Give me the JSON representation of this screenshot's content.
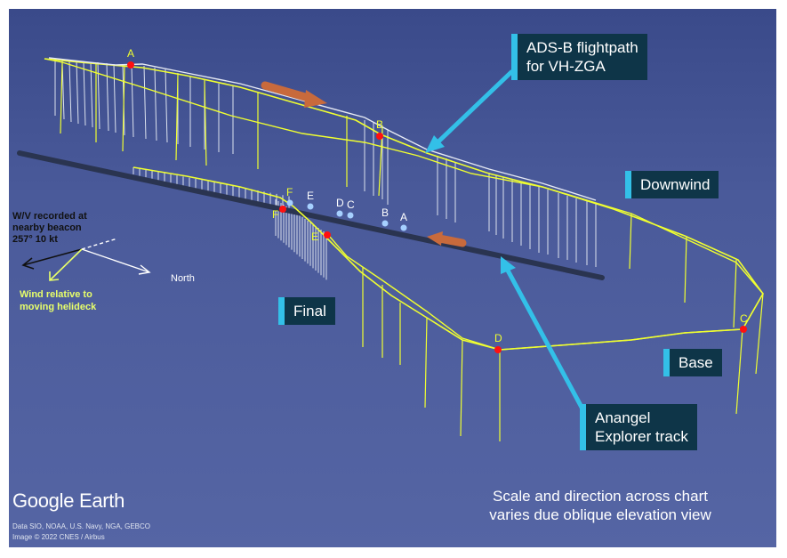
{
  "callouts": {
    "adsb": [
      "ADS-B flightpath",
      "for VH-ZGA"
    ],
    "downwind": "Downwind",
    "final": "Final",
    "base": "Base",
    "vessel": [
      "Anangel",
      "Explorer track"
    ]
  },
  "wind": {
    "recorded": [
      "W/V recorded at",
      "nearby beacon",
      "257° 10 kt"
    ],
    "relative": [
      "Wind relative to",
      "moving helideck"
    ],
    "north": "North"
  },
  "aircraft_points": [
    "A",
    "B",
    "C",
    "D",
    "E",
    "F"
  ],
  "vessel_points": [
    "F",
    "E",
    "D",
    "C",
    "B",
    "A"
  ],
  "logo": "Google Earth",
  "credits": [
    "Data SIO, NOAA, U.S. Navy, NGA, GEBCO",
    "Image © 2022 CNES / Airbus"
  ],
  "note": [
    "Scale and direction across chart",
    "varies due oblique elevation view"
  ],
  "colors": {
    "flightpath": "#f0ff30",
    "aircraft_point": "#ff1010",
    "vessel_point": "#a6d0ff",
    "vessel_track": "#2a3450",
    "callout_bg": "#0e3548",
    "callout_accent": "#33c0e8",
    "arrow": "#c86a3c"
  },
  "icons": [
    "google-earth-logo",
    "flight-direction-arrow",
    "vessel-direction-arrow",
    "callout-pointer-arrow"
  ]
}
